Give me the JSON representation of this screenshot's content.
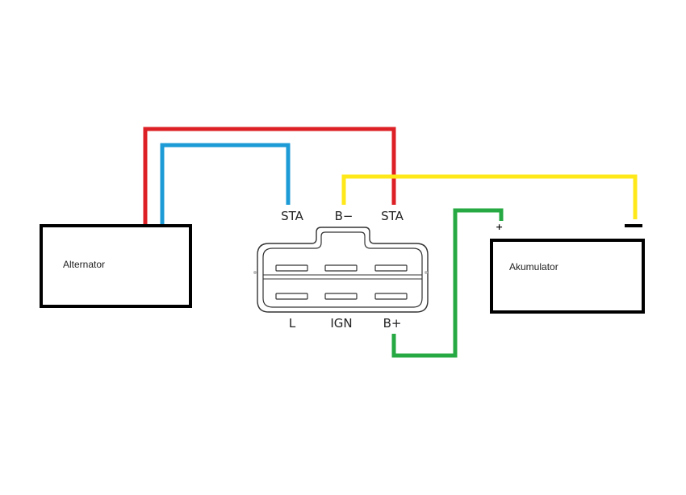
{
  "components": {
    "alternator": {
      "label": "Alternator"
    },
    "battery": {
      "label": "Akumulator",
      "positive": "+"
    }
  },
  "connector": {
    "top_pins": [
      "STA",
      "B−",
      "STA"
    ],
    "bottom_pins": [
      "L",
      "IGN",
      "B+"
    ]
  },
  "wires": [
    {
      "name": "red-wire",
      "color": "#dc2025"
    },
    {
      "name": "blue-wire",
      "color": "#1c9bd6"
    },
    {
      "name": "yellow-wire",
      "color": "#ffe81a"
    },
    {
      "name": "green-wire",
      "color": "#26a842"
    }
  ]
}
